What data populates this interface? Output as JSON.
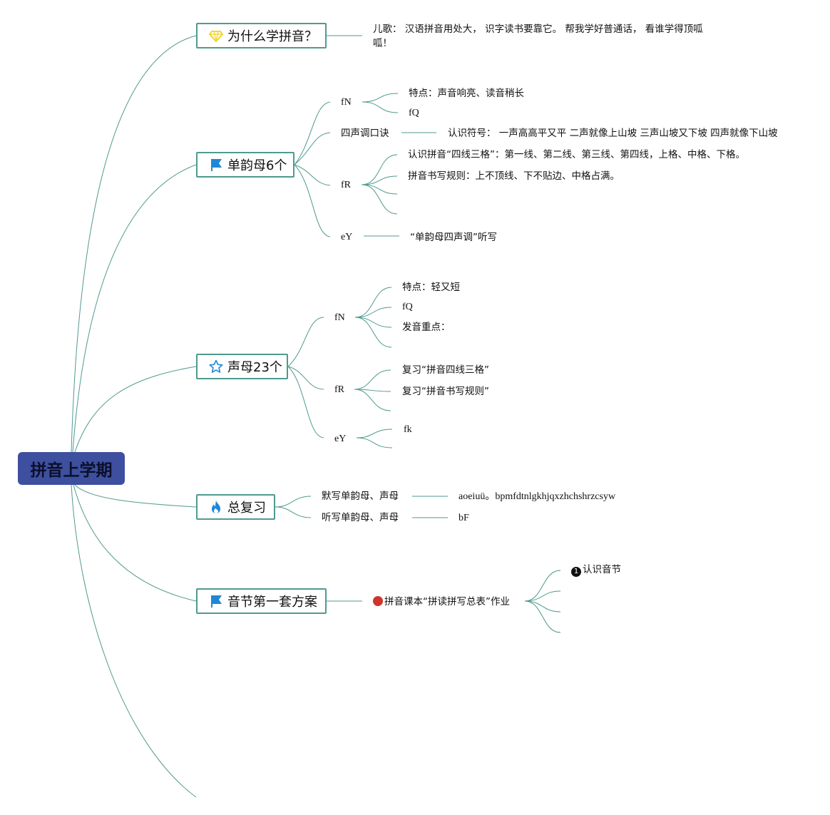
{
  "root": {
    "label": "拼音上学期"
  },
  "colors": {
    "root_fill": "#3d4f9e",
    "link": "#4f9a8f",
    "border": "#4f9a8f",
    "flag": "#1f88d6",
    "gem": "#f2d31b",
    "star": "#1f88d6",
    "flame": "#1f88d6",
    "bullet": "#d0342c"
  },
  "branches": [
    {
      "label": "为什么学拼音？",
      "icon": "gem-icon",
      "children": [
        {
          "label": "儿歌： 汉语拼音用处大， 识字读书要靠它。 帮我学好普通话， 看谁学得顶呱呱！"
        }
      ]
    },
    {
      "label": "单韵母6个",
      "icon": "flag-icon",
      "children": [
        {
          "label": "fN",
          "children": [
            {
              "label": "特点：声音响亮、读音稍长"
            },
            {
              "label": "fQ"
            }
          ]
        },
        {
          "label": "四声调口诀",
          "children": [
            {
              "label": "认识符号： 一声高高平又平 二声就像上山坡 三声山坡又下坡 四声就像下山坡"
            }
          ]
        },
        {
          "label": "fR",
          "children": [
            {
              "label": "认识拼音“四线三格”：第一线、第二线、第三线、第四线，上格、中格、下格。"
            },
            {
              "label": "拼音书写规则：上不顶线、下不贴边、中格占满。"
            }
          ]
        },
        {
          "label": "eY",
          "children": [
            {
              "label": "“单韵母四声调”听写"
            }
          ]
        }
      ]
    },
    {
      "label": "声母23个",
      "icon": "star-icon",
      "children": [
        {
          "label": "fN",
          "children": [
            {
              "label": "特点：轻又短"
            },
            {
              "label": "fQ"
            },
            {
              "label": "发音重点："
            }
          ]
        },
        {
          "label": "fR",
          "children": [
            {
              "label": "复习“拼音四线三格”"
            },
            {
              "label": "复习“拼音书写规则”"
            }
          ]
        },
        {
          "label": "eY",
          "children": [
            {
              "label": "fk"
            }
          ]
        }
      ]
    },
    {
      "label": "总复习",
      "icon": "flame-icon",
      "children": [
        {
          "label": "默写单韵母、声母",
          "children": [
            {
              "label": "aoeiuü。bpmfdtnlgkhjqxzhchshrzcsyw"
            }
          ]
        },
        {
          "label": "听写单韵母、声母",
          "children": [
            {
              "label": "bF"
            }
          ]
        }
      ]
    },
    {
      "label": "音节第一套方案",
      "icon": "flag-icon",
      "children": [
        {
          "label": "拼音课本“拼读拼写总表”作业",
          "bullet": "red-dot-icon",
          "children": [
            {
              "label": "认识音节",
              "bullet": "1"
            }
          ]
        }
      ]
    }
  ]
}
